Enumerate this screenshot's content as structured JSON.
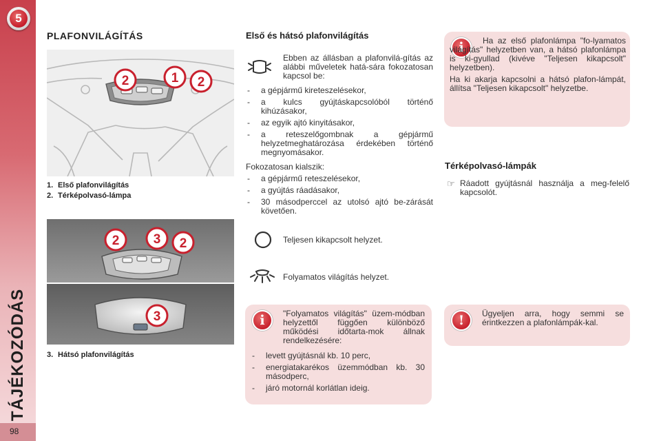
{
  "chapter": {
    "number": "5",
    "title": "TÁJÉKOZÓDÁS"
  },
  "page_number": "98",
  "section_title": "PLAFONVILÁGÍTÁS",
  "photo1": {
    "callouts": [
      "2",
      "1",
      "2"
    ]
  },
  "captions_top": [
    {
      "num": "1.",
      "label": "Első plafonvilágítás"
    },
    {
      "num": "2.",
      "label": "Térképolvasó-lámpa"
    }
  ],
  "photo2": {
    "callouts": [
      "2",
      "3",
      "2",
      "3"
    ]
  },
  "caption_bottom": {
    "num": "3.",
    "label": "Hátsó plafonvilágítás"
  },
  "front_rear": {
    "title": "Első és hátsó plafonvilágítás",
    "icon": "door-lamp-icon",
    "intro": "Ebben az állásban a plafonvilá-gítás az alábbi műveletek hatá-sára fokozatosan kapcsol be:",
    "on_list": [
      "a gépjármű kireteszelésekor,",
      "a kulcs gyújtáskapcsolóból történő kihúzásakor,",
      "az egyik ajtó kinyitásakor,",
      "a reteszelőgombnak a gépjármű helyzetmeghatározása érdekében történő megnyomásakor."
    ],
    "off_intro": "Fokozatosan kialszik:",
    "off_list": [
      "a gépjármű reteszelésekor,",
      "a gyújtás ráadásakor,",
      "30 másodperccel az utolsó ajtó be-zárását követően."
    ],
    "off_label": "Teljesen kikapcsolt helyzet.",
    "permanent_label": "Folyamatos világítás helyzet."
  },
  "info_permanent": {
    "icon": "info-icon",
    "symbol": "i",
    "intro": "\"Folyamatos világítás\" üzem-módban helyzettől függően különböző működési időtarta-mok állnak rendelkezésére:",
    "items": [
      "levett gyújtásnál kb. 10 perc,",
      "energiatakarékos üzemmódban kb. 30 másodperc,",
      "járó motornál korlátlan ideig."
    ]
  },
  "info_front_permanent": {
    "icon": "info-icon",
    "symbol": "i",
    "text1": "Ha az első plafonlámpa \"fo-lyamatos világítás\" helyzetben van, a hátsó plafonlámpa is ki-gyullad (kivéve \"Teljesen kikapcsolt\" helyzetben).",
    "text2": "Ha ki akarja kapcsolni a hátsó plafon-lámpát, állítsa \"Teljesen kikapcsolt\" helyzetbe."
  },
  "map_lamps": {
    "title": "Térképolvasó-lámpák",
    "bullet_icon": "pointing-hand-icon",
    "bullet_symbol": "☞",
    "text": "Ráadott gyújtásnál használja a meg-felelő kapcsolót."
  },
  "warning": {
    "icon": "warning-icon",
    "symbol": "!",
    "text": "Ügyeljen arra, hogy semmi se érintkezzen a plafonlámpák-kal."
  }
}
